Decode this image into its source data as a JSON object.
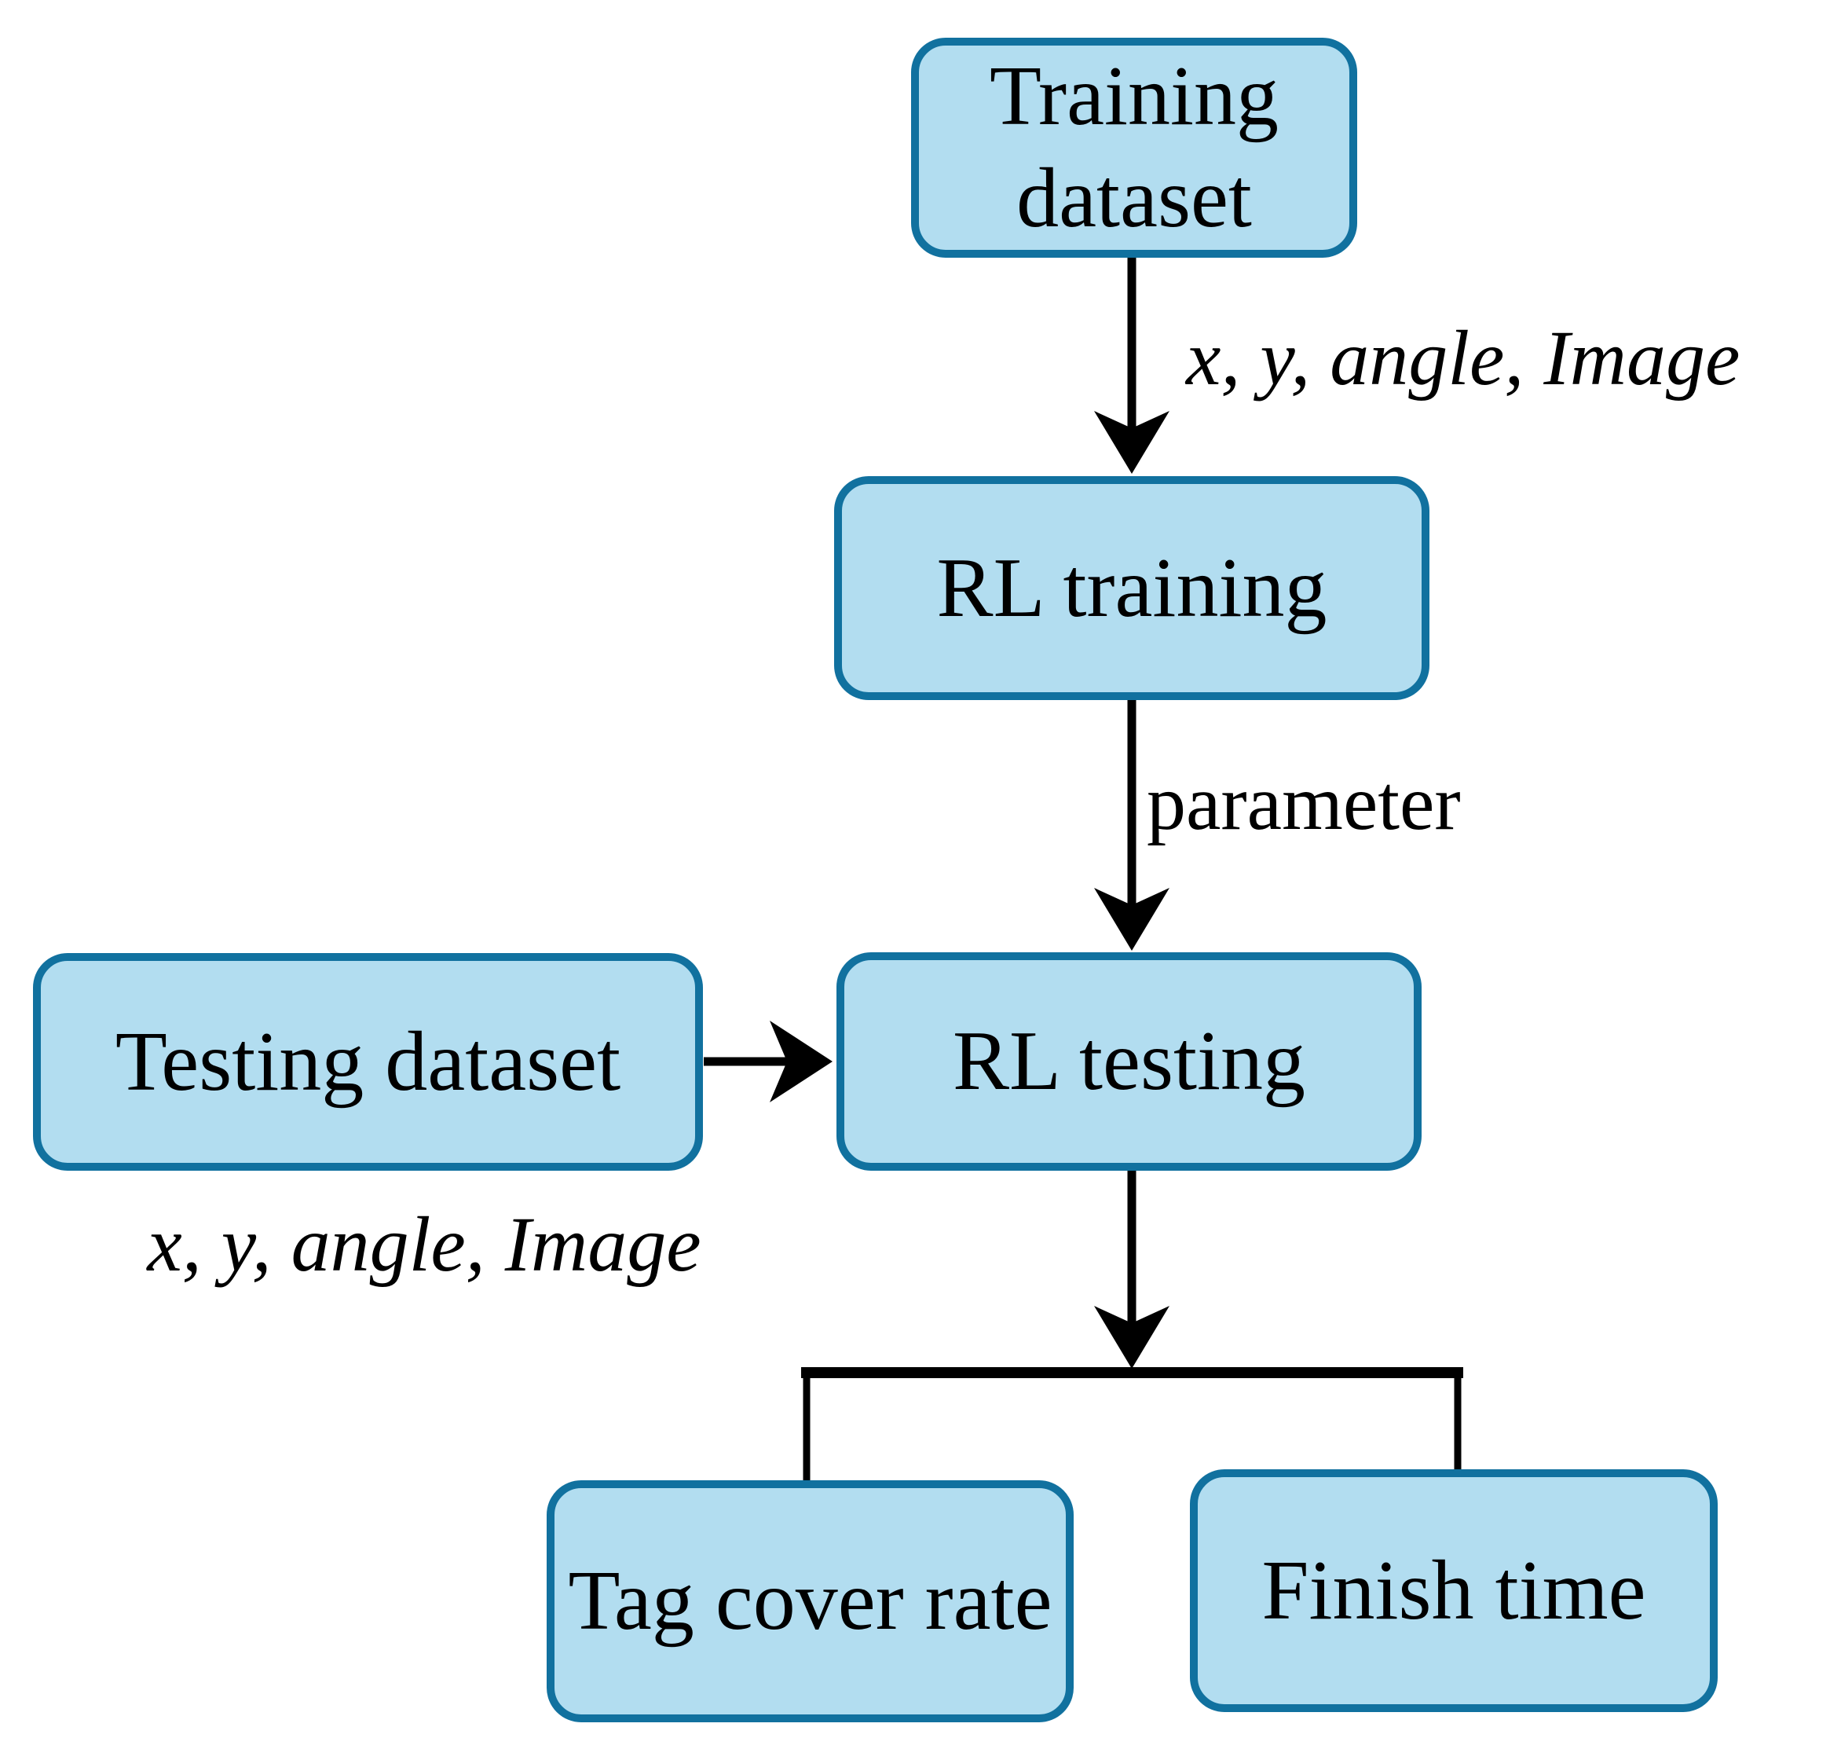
{
  "diagram": {
    "title": "RL training and testing pipeline flowchart",
    "boxes": [
      {
        "id": "training-dataset",
        "label": "Training dataset"
      },
      {
        "id": "rl-training",
        "label": "RL training"
      },
      {
        "id": "testing-dataset",
        "label": "Testing dataset"
      },
      {
        "id": "rl-testing",
        "label": "RL testing"
      },
      {
        "id": "tag-cover-rate",
        "label": "Tag cover rate"
      },
      {
        "id": "finish-time",
        "label": "Finish time"
      }
    ],
    "edge_labels": [
      {
        "id": "training-inputs",
        "text": "x, y, angle, Image",
        "style": "italic"
      },
      {
        "id": "parameter",
        "text": "parameter",
        "style": "regular"
      },
      {
        "id": "testing-inputs",
        "text": "x, y, angle, Image",
        "style": "italic"
      }
    ],
    "edges": [
      {
        "from": "training-dataset",
        "to": "rl-training",
        "label": "x, y, angle, Image"
      },
      {
        "from": "rl-training",
        "to": "rl-testing",
        "label": "parameter"
      },
      {
        "from": "testing-dataset",
        "to": "rl-testing",
        "label": "x, y, angle, Image"
      },
      {
        "from": "rl-testing",
        "to": "tag-cover-rate"
      },
      {
        "from": "rl-testing",
        "to": "finish-time"
      }
    ],
    "colors": {
      "box_fill": "#b2ddf0",
      "box_border": "#11719f",
      "arrow": "#000000",
      "text": "#000000",
      "background": "#ffffff"
    }
  }
}
